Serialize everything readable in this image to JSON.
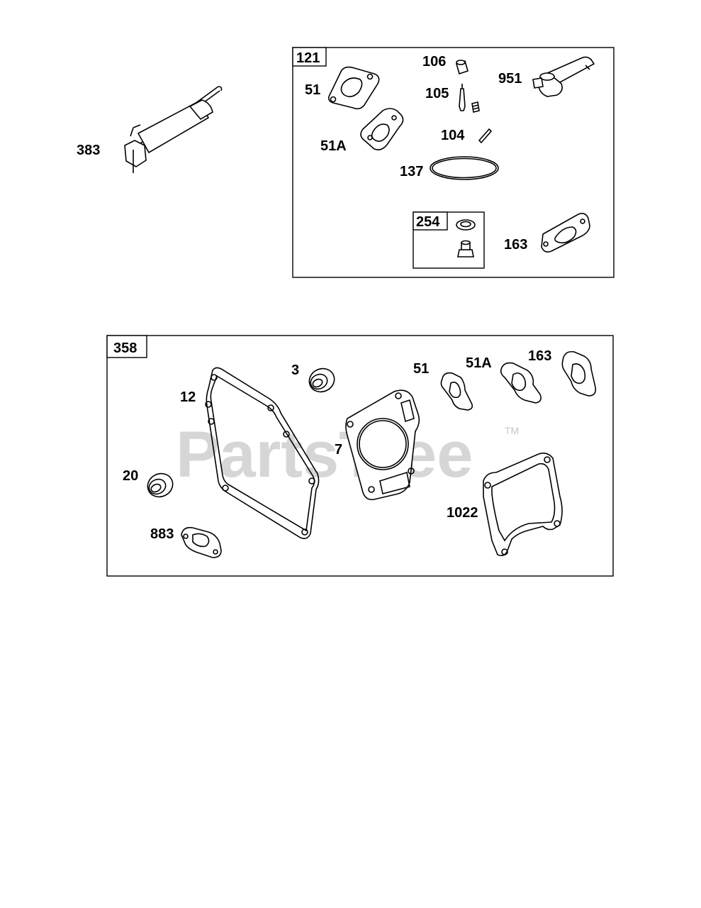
{
  "watermark": {
    "text": "PartsTree",
    "tm": "TM"
  },
  "kit_121": {
    "number": "121",
    "parts": {
      "p51": "51",
      "p51a": "51A",
      "p106": "106",
      "p105": "105",
      "p104": "104",
      "p951": "951",
      "p137": "137",
      "p163": "163"
    },
    "sub_kit_254": {
      "number": "254"
    }
  },
  "standalone": {
    "p383": "383"
  },
  "kit_358": {
    "number": "358",
    "parts": {
      "p12": "12",
      "p3": "3",
      "p51": "51",
      "p51a": "51A",
      "p163": "163",
      "p7": "7",
      "p20": "20",
      "p883": "883",
      "p1022": "1022"
    }
  }
}
